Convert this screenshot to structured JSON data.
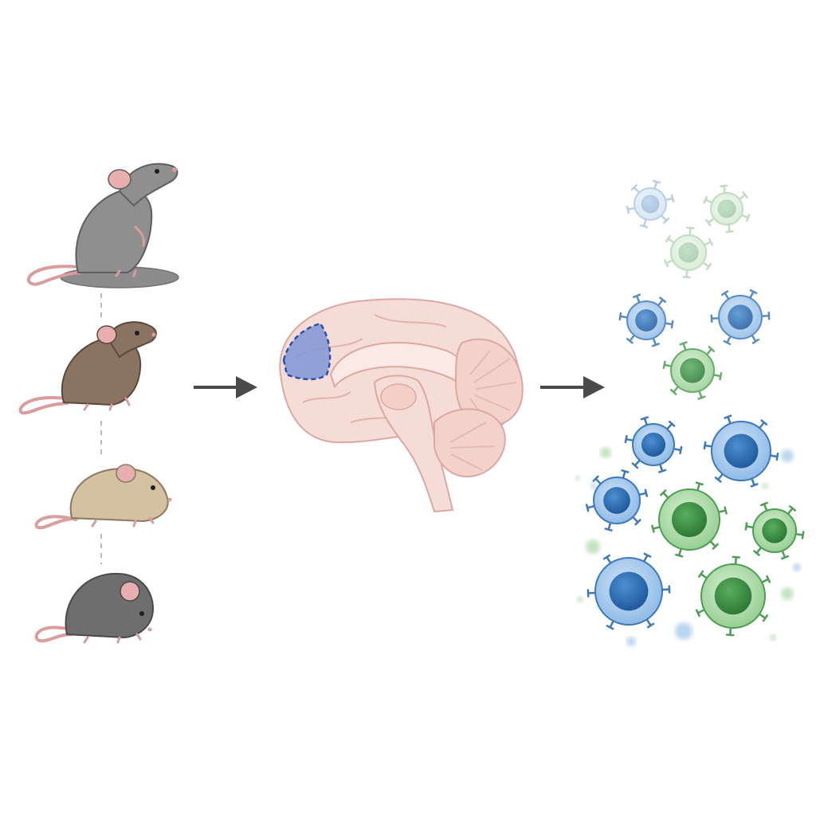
{
  "diagram": {
    "stages": [
      {
        "id": "mice",
        "icon": "mouse-icon",
        "count": 4
      },
      {
        "id": "brain",
        "icon": "brain-sagittal-icon",
        "highlight": "prefrontal-region"
      },
      {
        "id": "cells",
        "icon": "immune-cell-icon"
      }
    ],
    "connectors": [
      {
        "from": "mice",
        "to": "brain",
        "icon": "arrow-right-icon"
      },
      {
        "from": "brain",
        "to": "cells",
        "icon": "arrow-right-icon"
      }
    ],
    "mice": [
      {
        "fur": "#8f8f8f",
        "pose": "rearing"
      },
      {
        "fur": "#8a7360",
        "pose": "sitting"
      },
      {
        "fur": "#d4c1a2",
        "pose": "crouching"
      },
      {
        "fur": "#6e6e6e",
        "pose": "crouching"
      }
    ],
    "cell_rows": [
      {
        "label": "",
        "opacity": 0.35
      },
      {
        "label": "",
        "opacity": 0.85
      },
      {
        "label": "",
        "opacity": 1.0
      }
    ],
    "colors": {
      "arrow": "#4a4a4a",
      "brain_fill": "#f6dcd6",
      "brain_stroke": "#d9a9a2",
      "highlight_fill": "#7f95d6",
      "highlight_stroke": "#2f4fa8",
      "blue_cell": "#5b95d2",
      "blue_nucleus": "#2f6db3",
      "green_cell": "#7fc17f",
      "green_nucleus": "#3e9447",
      "connector_dash": "#b8b8b8"
    }
  }
}
